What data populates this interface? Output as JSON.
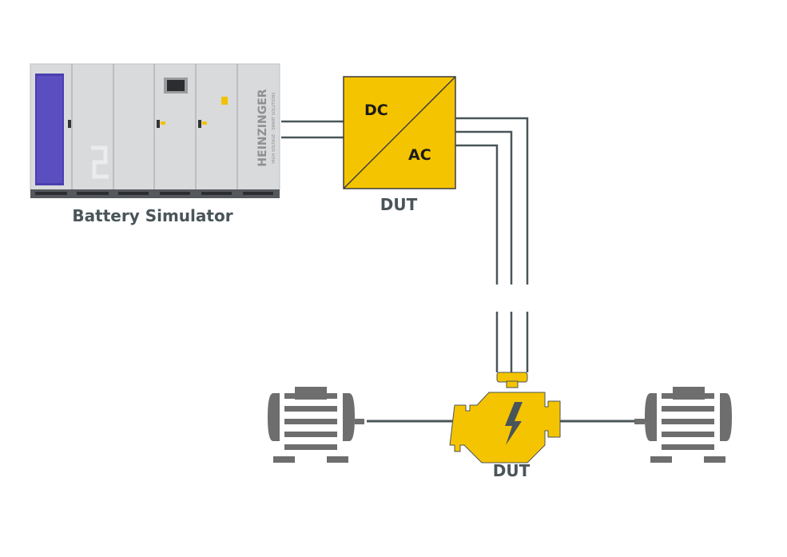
{
  "battery_simulator": {
    "label": "Battery Simulator",
    "brand": "HEINZINGER",
    "tagline": "HIGH VOLTAGE - SMART SOLUTIONS"
  },
  "converter": {
    "dc_label": "DC",
    "ac_label": "AC",
    "caption": "DUT"
  },
  "motor_dut": {
    "caption": "DUT"
  },
  "colors": {
    "yellow": "#F5C400",
    "line": "#4a5559",
    "motor": "#6e6e6e"
  }
}
